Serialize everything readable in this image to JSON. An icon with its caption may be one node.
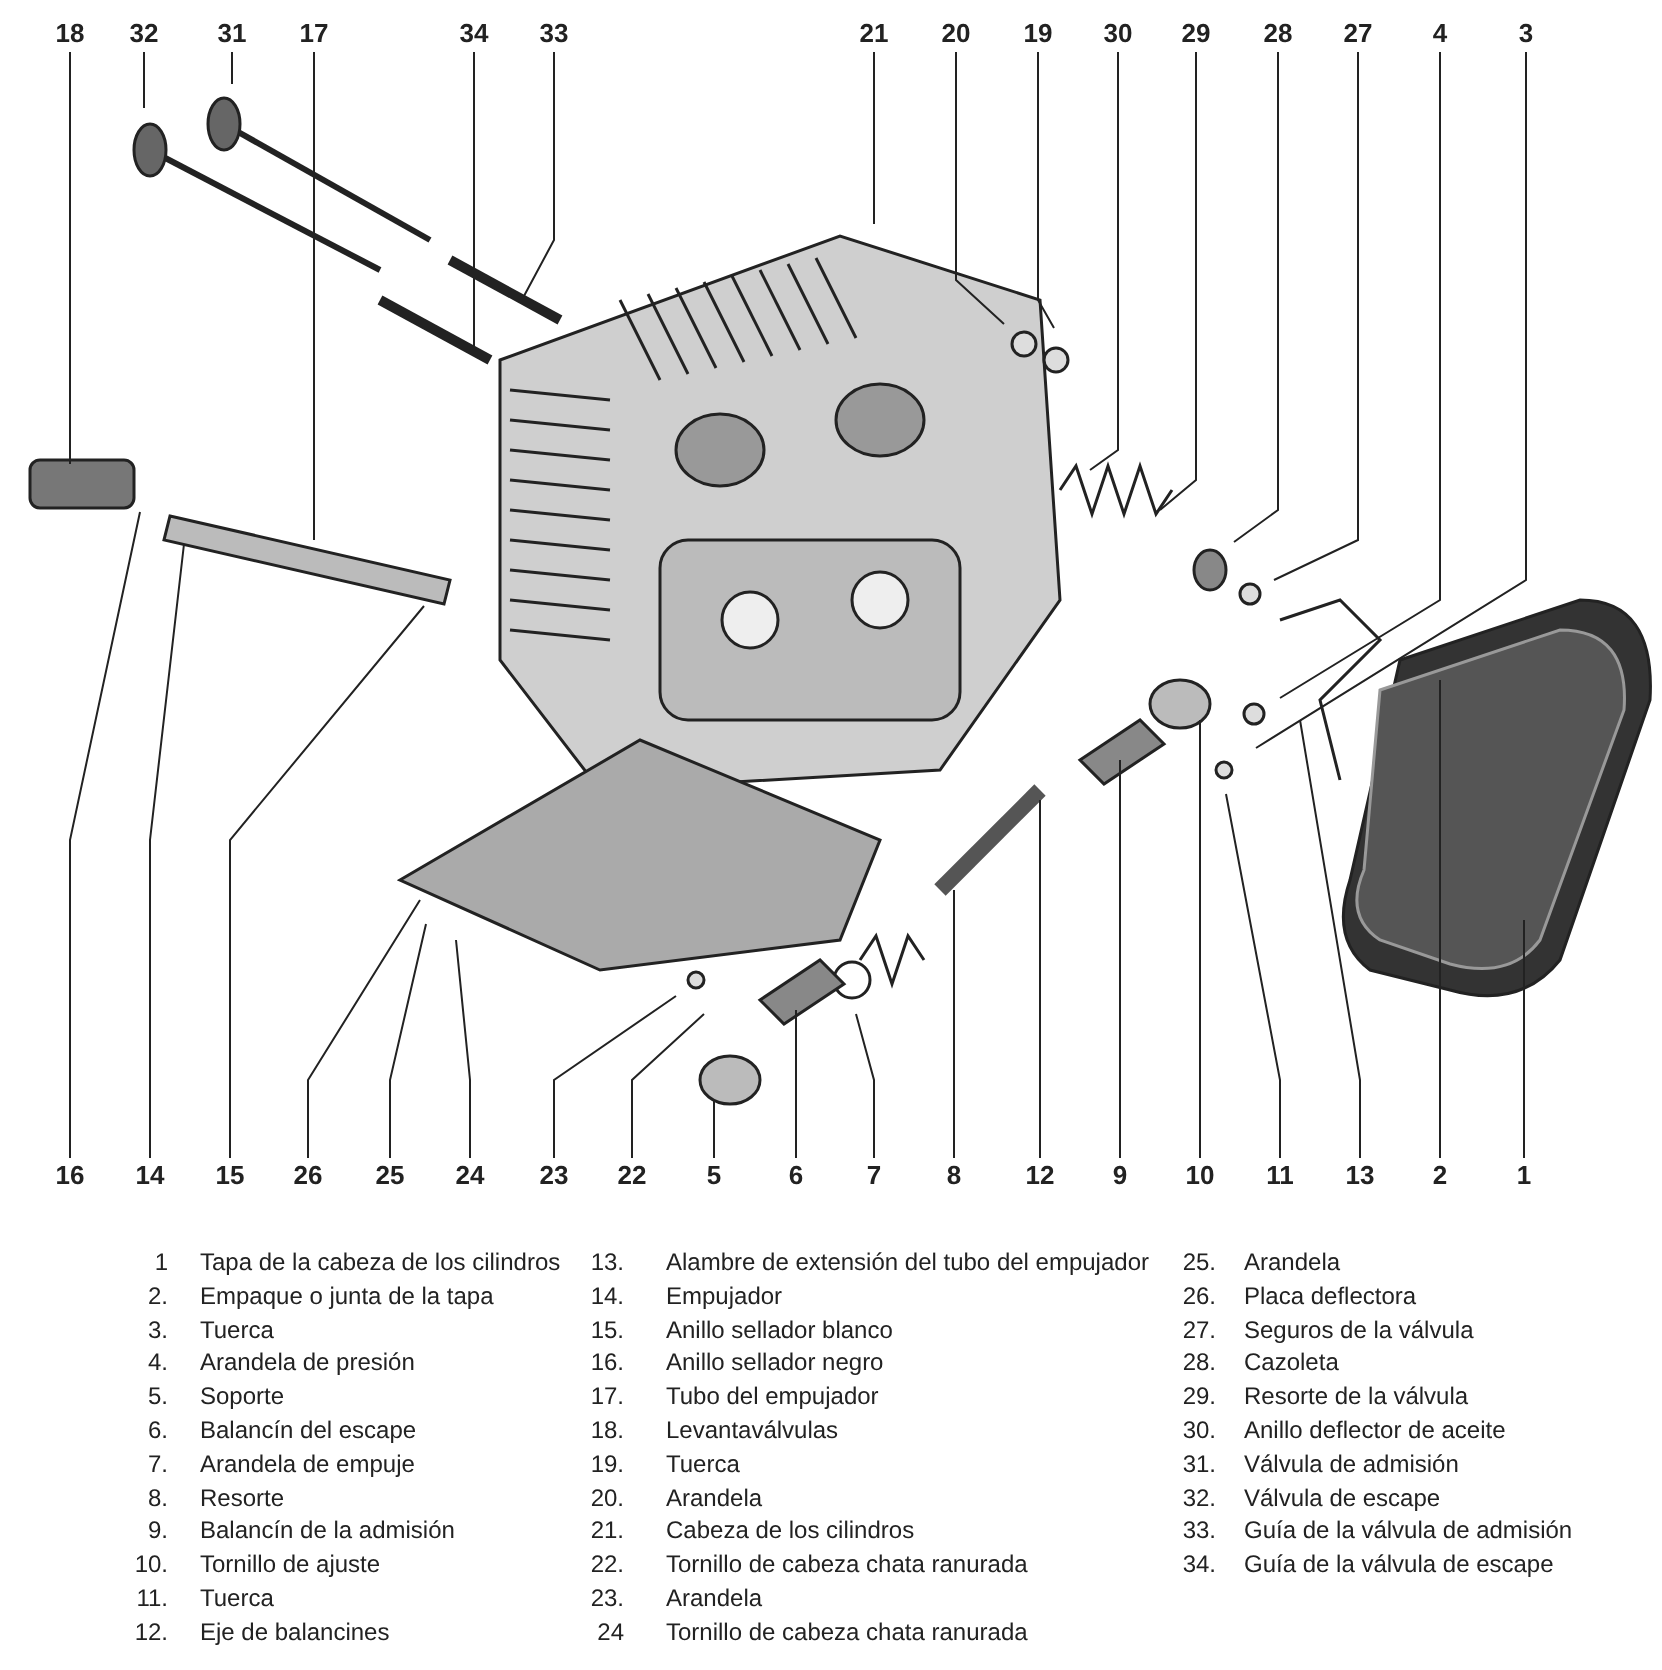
{
  "diagram": {
    "nodes": [
      {
        "text": [
          "18"
        ]
      },
      {
        "text": [
          "32"
        ]
      },
      {
        "text": [
          "31"
        ]
      },
      {
        "text": [
          "17"
        ]
      },
      {
        "text": [
          "34"
        ]
      },
      {
        "text": [
          "33"
        ]
      },
      {
        "text": [
          "21"
        ]
      },
      {
        "text": [
          "20"
        ]
      },
      {
        "text": [
          "19"
        ]
      },
      {
        "text": [
          "30"
        ]
      },
      {
        "text": [
          "29"
        ]
      },
      {
        "text": [
          "28"
        ]
      },
      {
        "text": [
          "27"
        ]
      },
      {
        "text": [
          "4"
        ]
      },
      {
        "text": [
          "3"
        ]
      },
      {
        "text": [
          "16"
        ]
      },
      {
        "text": [
          "14"
        ]
      },
      {
        "text": [
          "15"
        ]
      },
      {
        "text": [
          "26"
        ]
      },
      {
        "text": [
          "25"
        ]
      },
      {
        "text": [
          "24"
        ]
      },
      {
        "text": [
          "23"
        ]
      },
      {
        "text": [
          "22"
        ]
      },
      {
        "text": [
          "5"
        ]
      },
      {
        "text": [
          "6"
        ]
      },
      {
        "text": [
          "7"
        ]
      },
      {
        "text": [
          "8"
        ]
      },
      {
        "text": [
          "12"
        ]
      },
      {
        "text": [
          "9"
        ]
      },
      {
        "text": [
          "10"
        ]
      },
      {
        "text": [
          "11"
        ]
      },
      {
        "text": [
          "13"
        ]
      },
      {
        "text": [
          "2"
        ]
      },
      {
        "text": [
          "1"
        ]
      }
    ],
    "edges": [
      {
        "from": 0,
        "to": null,
        "arrow": "none"
      },
      {
        "from": 1,
        "to": null,
        "arrow": "none"
      },
      {
        "from": 2,
        "to": null,
        "arrow": "none"
      },
      {
        "from": 3,
        "to": null,
        "arrow": "none"
      },
      {
        "from": 4,
        "to": null,
        "arrow": "none"
      },
      {
        "from": 5,
        "to": null,
        "arrow": "none"
      },
      {
        "from": 6,
        "to": null,
        "arrow": "none"
      },
      {
        "from": 7,
        "to": null,
        "arrow": "none"
      },
      {
        "from": 8,
        "to": null,
        "arrow": "none"
      },
      {
        "from": 9,
        "to": null,
        "arrow": "none"
      },
      {
        "from": 10,
        "to": null,
        "arrow": "none"
      },
      {
        "from": 11,
        "to": null,
        "arrow": "none"
      },
      {
        "from": 12,
        "to": null,
        "arrow": "none"
      },
      {
        "from": 13,
        "to": null,
        "arrow": "none"
      },
      {
        "from": 14,
        "to": null,
        "arrow": "none"
      },
      {
        "from": 15,
        "to": null,
        "arrow": "none"
      },
      {
        "from": 16,
        "to": null,
        "arrow": "none"
      },
      {
        "from": 17,
        "to": null,
        "arrow": "none"
      },
      {
        "from": 18,
        "to": null,
        "arrow": "none"
      },
      {
        "from": 19,
        "to": null,
        "arrow": "none"
      },
      {
        "from": 20,
        "to": null,
        "arrow": "none"
      },
      {
        "from": 21,
        "to": null,
        "arrow": "none"
      },
      {
        "from": 22,
        "to": null,
        "arrow": "none"
      },
      {
        "from": 23,
        "to": null,
        "arrow": "none"
      },
      {
        "from": 24,
        "to": null,
        "arrow": "none"
      },
      {
        "from": 25,
        "to": null,
        "arrow": "none"
      },
      {
        "from": 26,
        "to": null,
        "arrow": "none"
      },
      {
        "from": 27,
        "to": null,
        "arrow": "none"
      },
      {
        "from": 28,
        "to": null,
        "arrow": "none"
      },
      {
        "from": 29,
        "to": null,
        "arrow": "none"
      },
      {
        "from": 30,
        "to": null,
        "arrow": "none"
      },
      {
        "from": 31,
        "to": null,
        "arrow": "none"
      },
      {
        "from": 32,
        "to": null,
        "arrow": "none"
      },
      {
        "from": 33,
        "to": null,
        "arrow": "none"
      }
    ],
    "labels": [
      "1",
      "Tapa de la cabeza de los cilindros",
      "13.",
      "Alambre de extensión del tubo del empujador",
      "25.",
      "Arandela",
      "2.",
      "Empaque o junta de la tapa",
      "14.",
      "Empujador",
      "26.",
      "Placa deflectora",
      "3.",
      "Tuerca",
      "15.",
      "Anillo sellador blanco",
      "27.",
      "Seguros de la válvula",
      "4.",
      "Arandela de presión",
      "16.",
      "Anillo sellador negro",
      "28.",
      "Cazoleta",
      "5.",
      "Soporte",
      "17.",
      "Tubo del empujador",
      "29.",
      "Resorte de la válvula",
      "6.",
      "Balancín del escape",
      "18.",
      "Levantaválvulas",
      "30.",
      "Anillo deflector de aceite",
      "7.",
      "Arandela de empuje",
      "19.",
      "Tuerca",
      "31.",
      "Válvula de admisión",
      "8.",
      "Resorte",
      "20.",
      "Arandela",
      "32.",
      "Válvula de escape",
      "9.",
      "Balancín de la admisión",
      "21.",
      "Cabeza de los cilindros",
      "33.",
      "Guía de la válvula de admisión",
      "10.",
      "Tornillo de ajuste",
      "22.",
      "Tornillo de cabeza chata ranurada",
      "34.",
      "Guía de la válvula de escape",
      "11.",
      "Tuerca",
      "23.",
      "Arandela",
      "12.",
      "Eje de balancines",
      "24",
      "Tornillo de cabeza chata ranurada"
    ]
  }
}
